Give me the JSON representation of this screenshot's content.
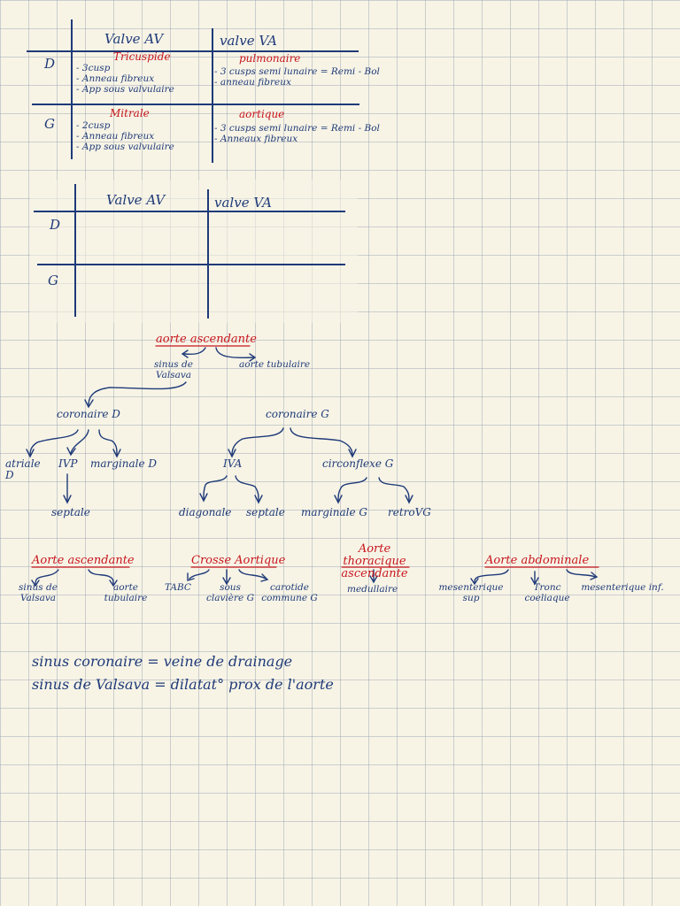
{
  "table1": {
    "col_av": "Valve AV",
    "col_va": "valve VA",
    "row_d": "D",
    "row_g": "G",
    "d_av": {
      "title": "Tricuspide",
      "items": [
        "- 3cusp",
        "- Anneau fibreux",
        "- App sous valvulaire"
      ]
    },
    "d_va": {
      "title": "pulmonaire",
      "items": [
        "- 3 cusps semi lunaire = Remi - Bol",
        "- anneau fibreux"
      ]
    },
    "g_av": {
      "title": "Mitrale",
      "items": [
        "- 2cusp",
        "- Anneau fibreux",
        "- App sous valvulaire"
      ]
    },
    "g_va": {
      "title": "aortique",
      "items": [
        "- 3 cusps semi lunaire = Remi - Bol",
        "- Anneaux fibreux"
      ]
    }
  },
  "table2": {
    "col_av": "Valve AV",
    "col_va": "valve VA",
    "row_d": "D",
    "row_g": "G"
  },
  "tree": {
    "root": "aorte ascendante",
    "sinus": "sinus de Valsava",
    "tubulaire": "aorte tubulaire",
    "coronaire_d": "coronaire D",
    "coronaire_g": "coronaire G",
    "atriale": "atriale D",
    "ivp": "IVP",
    "marginale_d": "marginale D",
    "septale_d": "septale",
    "iva": "IVA",
    "circonflexe": "circonflexe G",
    "diagonale": "diagonale",
    "septale_g": "septale",
    "marginale_g": "marginale G",
    "retro": "retroVG"
  },
  "aorta_groups": {
    "ascendante": {
      "title": "Aorte ascendante",
      "branches": [
        "sinus de Valsava",
        "aorte tubulaire"
      ]
    },
    "crosse": {
      "title": "Crosse Aortique",
      "branches": [
        "TABC",
        "sous clavière G",
        "carotide commune G"
      ]
    },
    "thoracique": {
      "title": "Aorte thoracique ascendante",
      "branches": [
        "medullaire"
      ]
    },
    "abdominale": {
      "title": "Aorte abdominale",
      "branches": [
        "mesenterique sup",
        "Tronc coeliaque",
        "mesenterique inf."
      ]
    }
  },
  "notes": [
    "sinus coronaire = veine de drainage",
    "sinus de Valsava = dilatat° prox de l'aorte"
  ],
  "colors": {
    "ink_blue": "#1f3a78",
    "ink_red": "#c8161d",
    "paper": "#f7f4e6",
    "grid": "#96a0af"
  }
}
